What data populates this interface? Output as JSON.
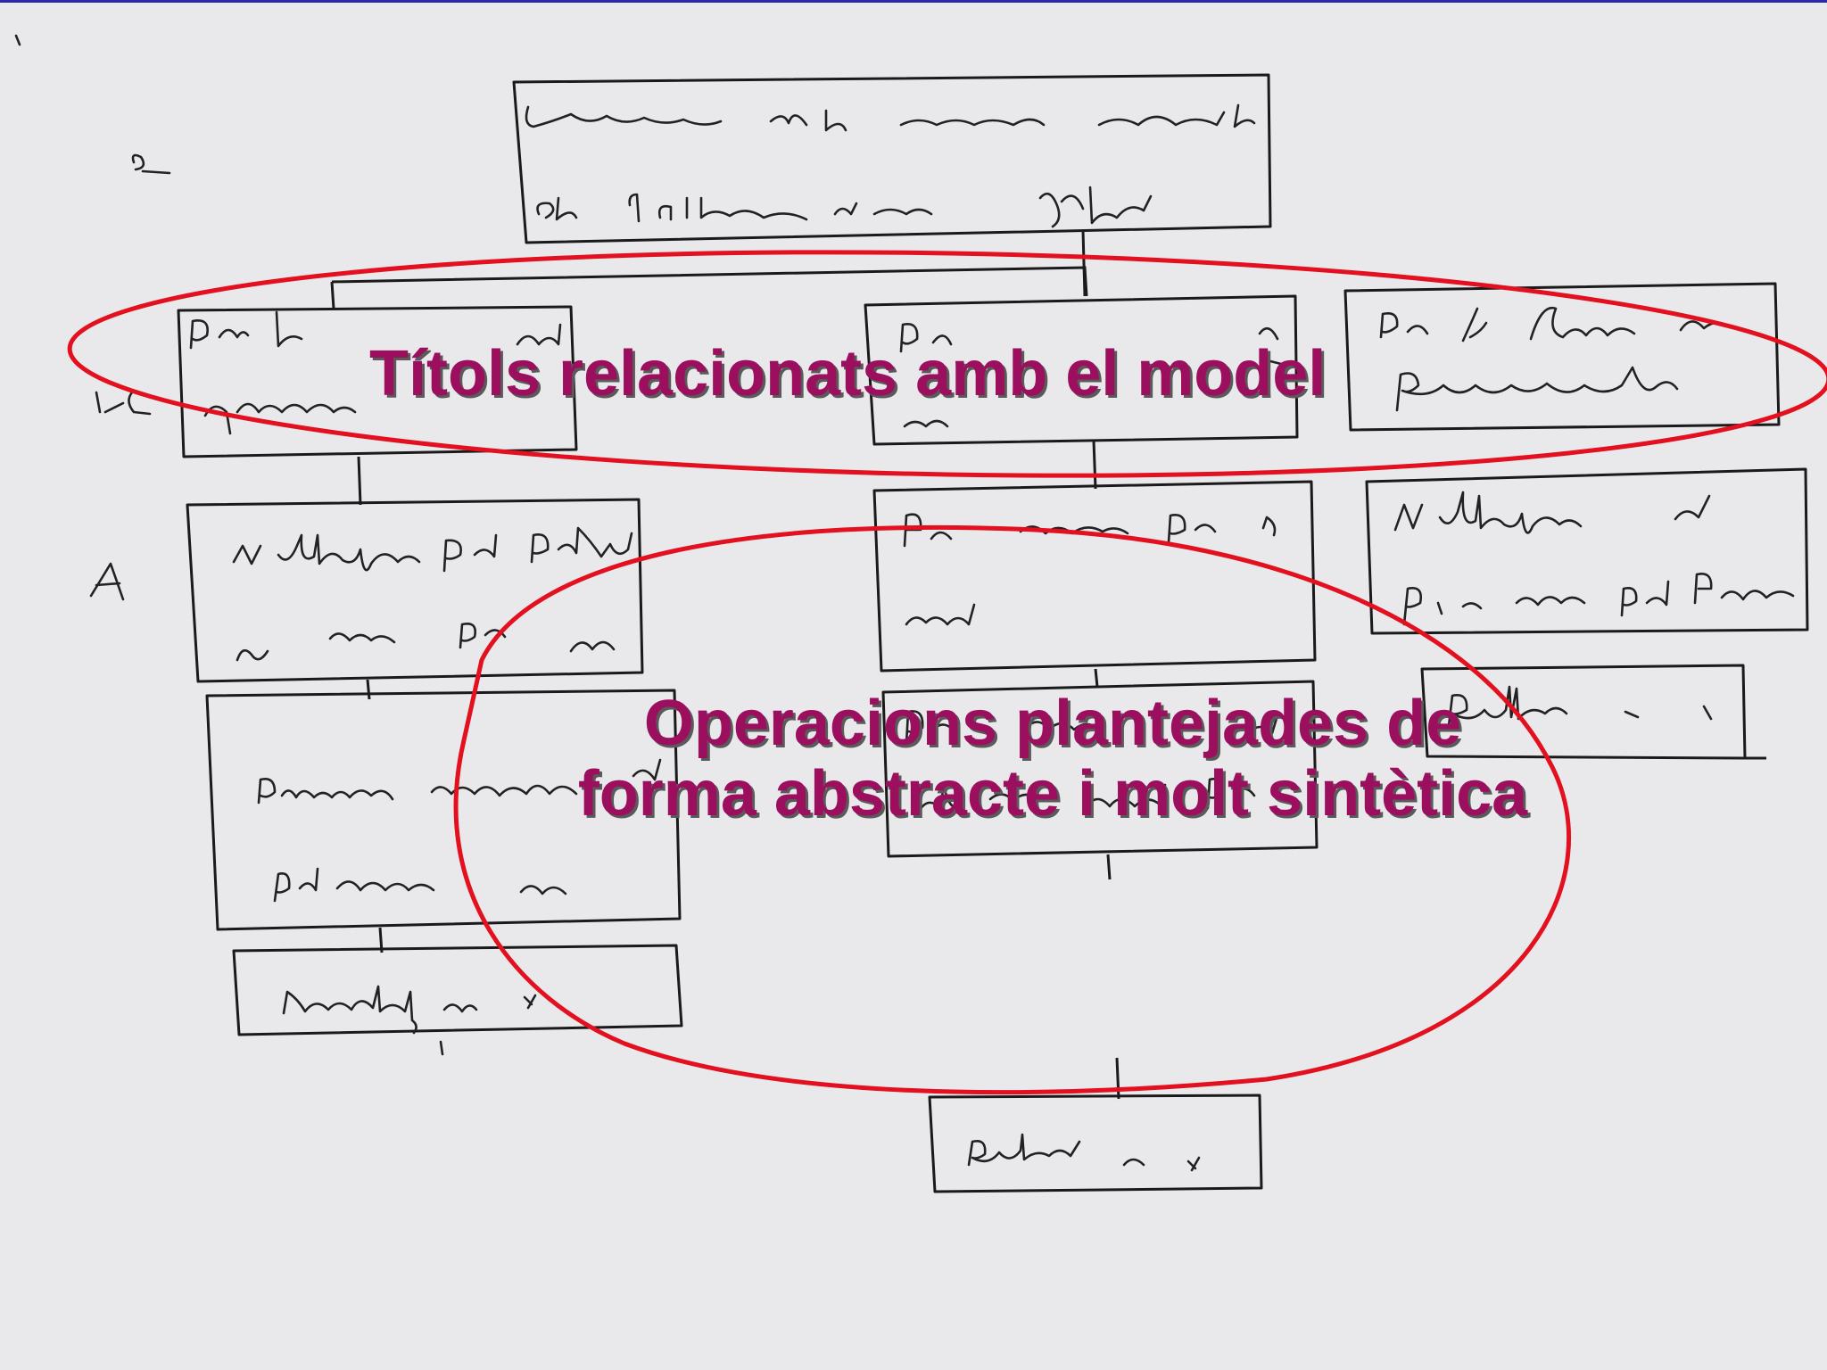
{
  "slide": {
    "accent_color": "#9c0f5f",
    "ring_color": "#e3101f",
    "rule_color": "#2a2aa8"
  },
  "annotations": {
    "titles_callout": "Títols relacionats amb el model",
    "operations_callout_line1": "Operacions plantejades de",
    "operations_callout_line2": "forma abstracte i molt sintètica"
  }
}
